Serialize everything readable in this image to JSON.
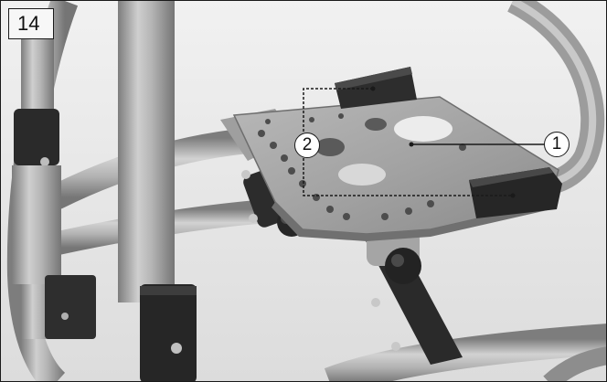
{
  "figure": {
    "number": "14",
    "subject": "wheelchair-footplate-photo"
  },
  "callouts": [
    {
      "label": "1"
    },
    {
      "label": "2"
    }
  ],
  "colors": {
    "background": "#e9e9e9",
    "frame": "#a3a3a3",
    "plate": "#9a9a9a",
    "dark_parts": "#2b2b2b",
    "callout_line": "#1a1a1a"
  }
}
